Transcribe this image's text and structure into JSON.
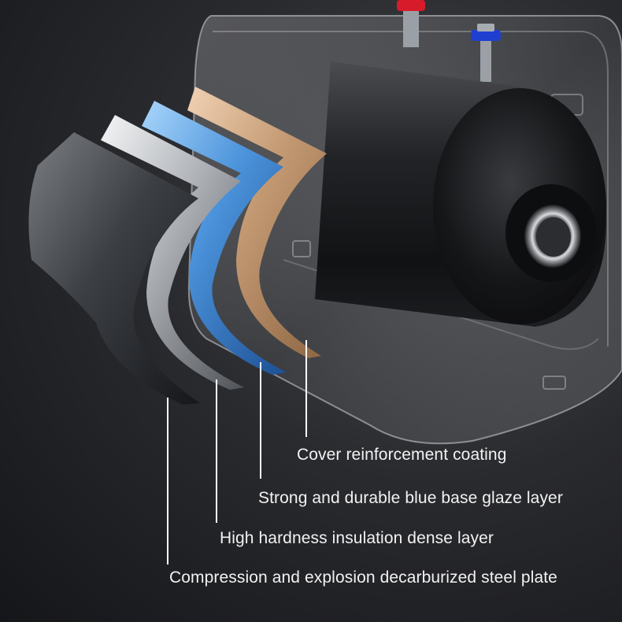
{
  "labels": {
    "cover_coating": "Cover reinforcement coating",
    "blue_glaze": "Strong and durable blue base glaze layer",
    "insulation": "High hardness insulation dense layer",
    "steel_plate": "Compression and explosion decarburized steel plate"
  },
  "colors": {
    "background": "#1b1c1f",
    "label_text": "#f2f2f2",
    "leader_line": "#ffffff",
    "gold_layer": "#c9a27e",
    "blue_layer": "#3f86d3",
    "silver_layer": "#cfd2d6",
    "steel_layer": "#4a4d52",
    "hot_water_fitting": "#d81b2a",
    "cold_water_fitting": "#1f3fd1"
  }
}
